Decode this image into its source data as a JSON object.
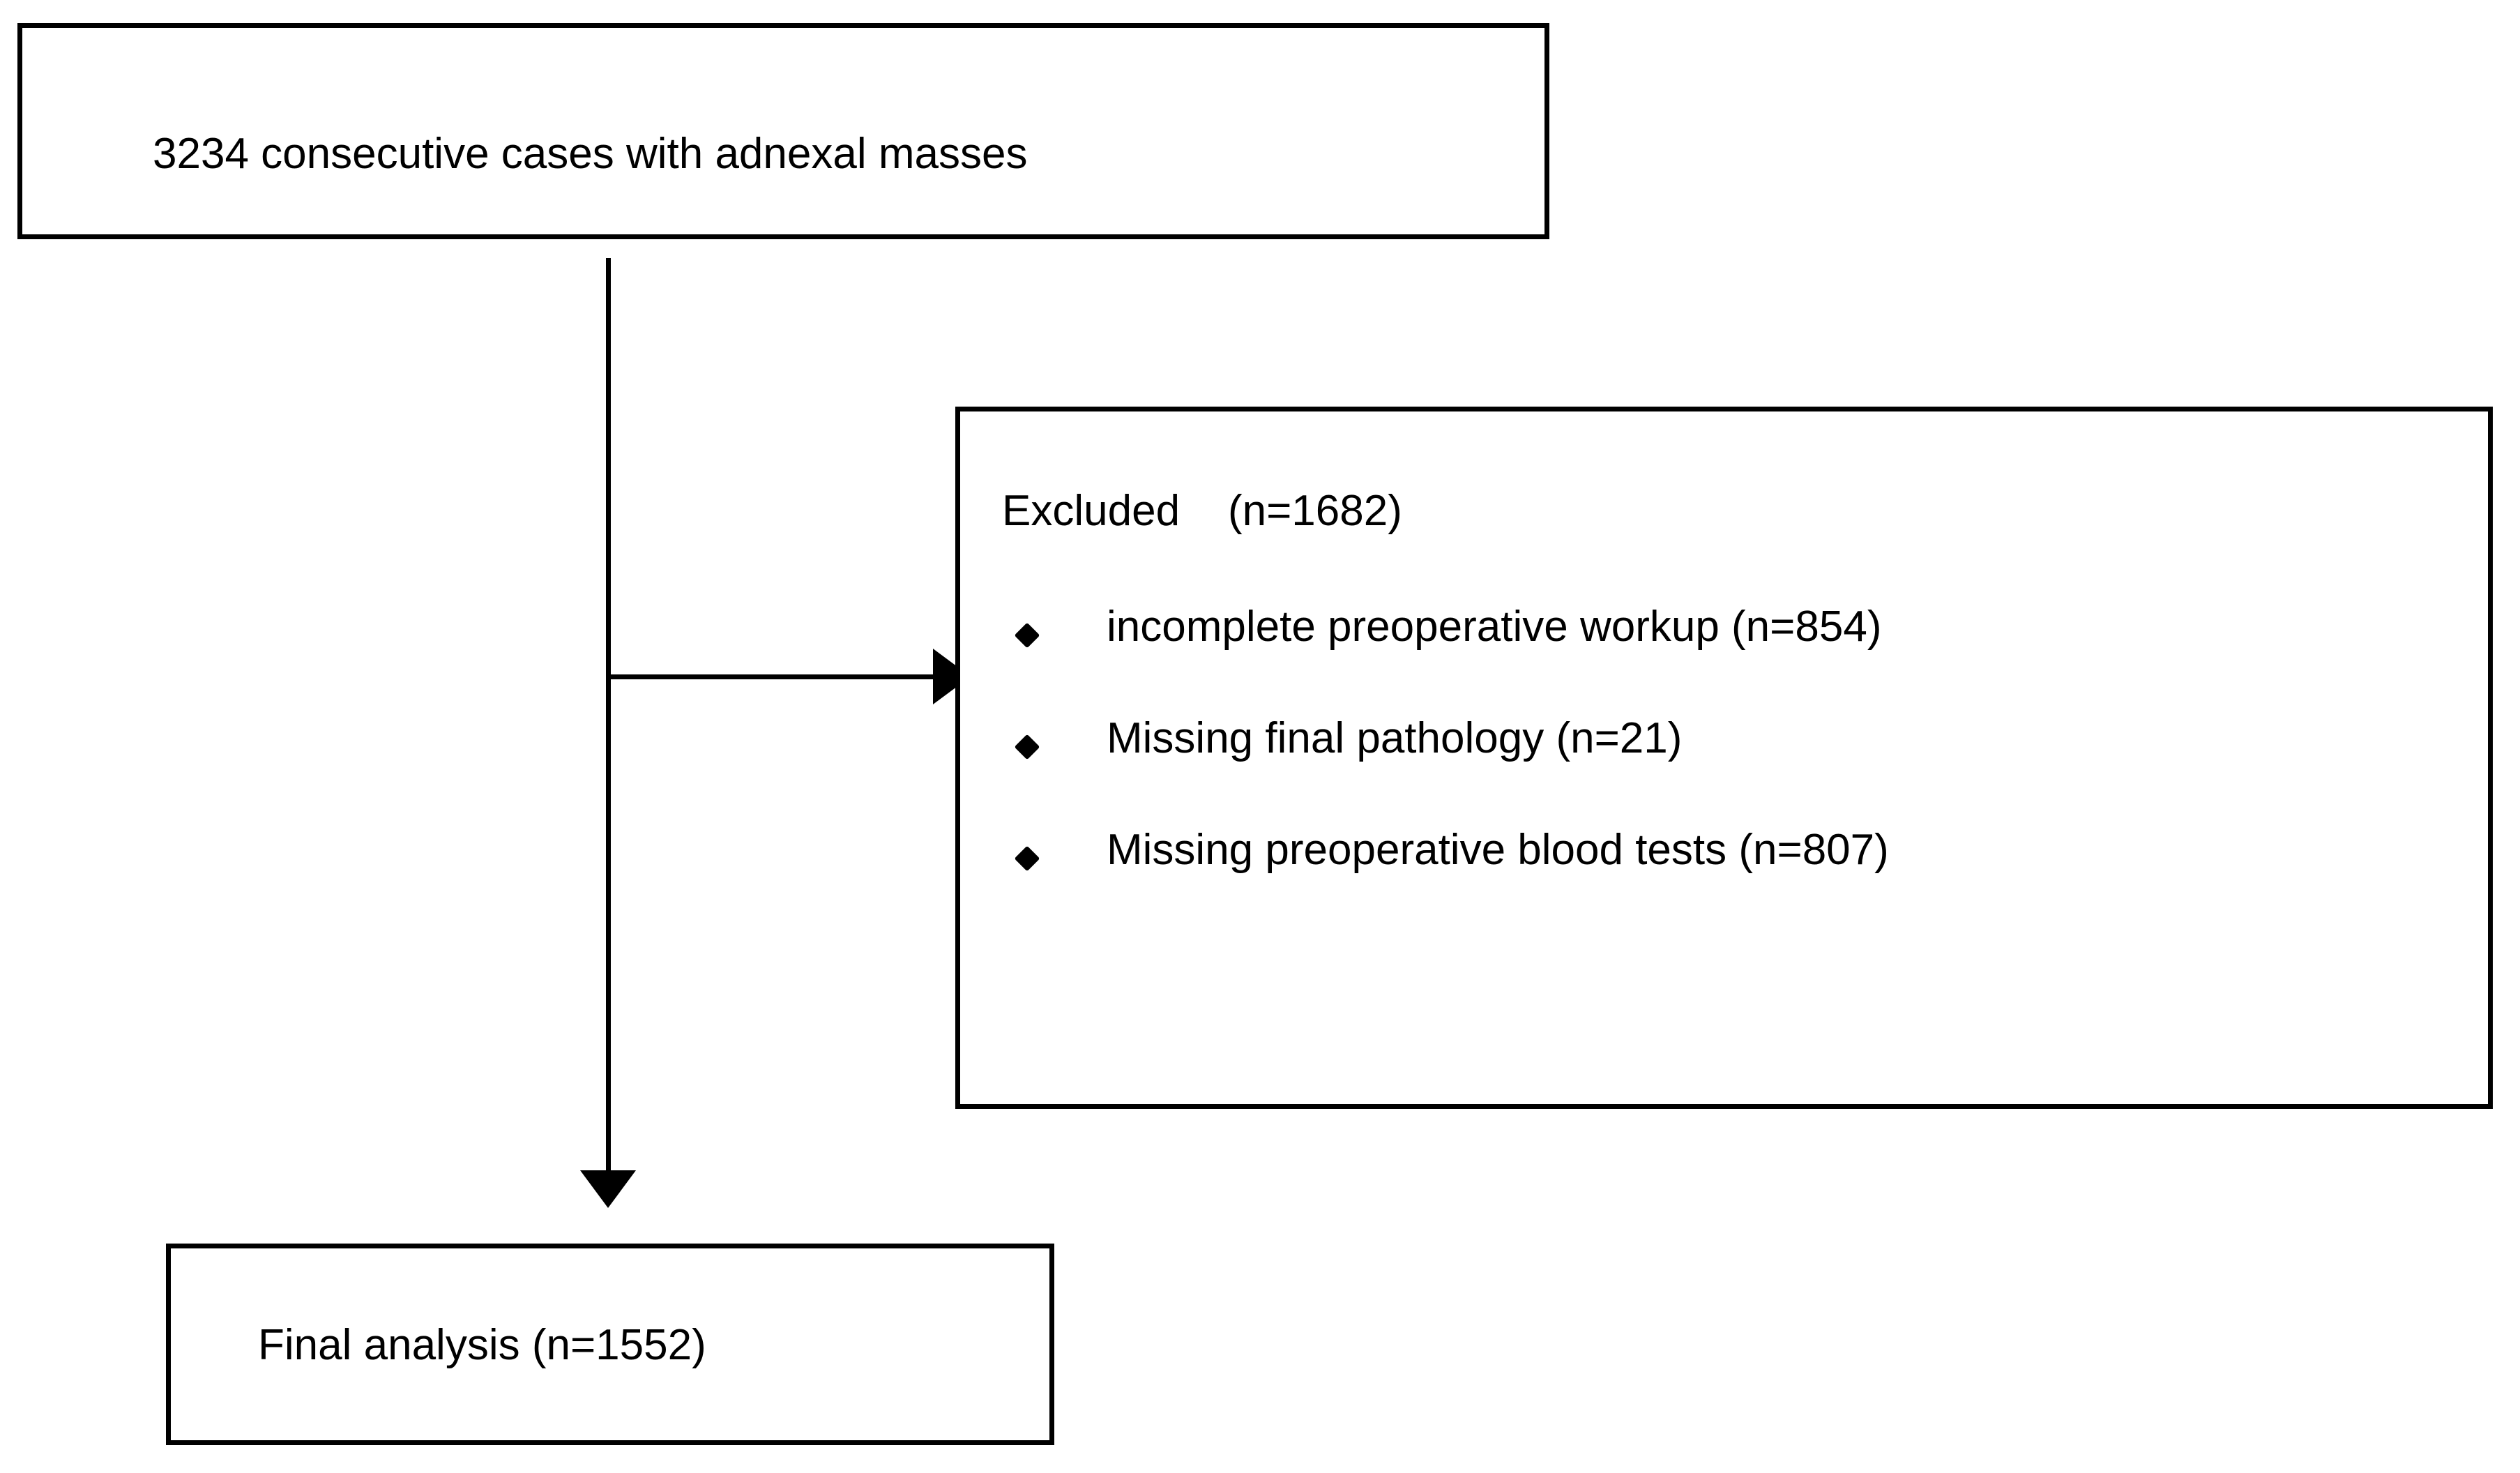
{
  "diagram": {
    "type": "study-flow-chart",
    "nodes": {
      "source": {
        "label": "3234 consecutive cases with adnexal masses",
        "count": 3234
      },
      "excluded": {
        "heading": "Excluded    (n=1682)",
        "count": 1682,
        "reasons": [
          {
            "bullet": "diamond-bullet",
            "label": "incomplete preoperative workup (n=854)",
            "count": 854
          },
          {
            "bullet": "diamond-bullet",
            "label": "Missing final pathology (n=21)",
            "count": 21
          },
          {
            "bullet": "diamond-bullet",
            "label": "Missing preoperative blood tests (n=807)",
            "count": 807
          }
        ]
      },
      "final": {
        "label": "Final analysis (n=1552)",
        "count": 1552
      }
    },
    "connectors": {
      "trunk": "vertical-line",
      "branch": "horizontal-line",
      "arrow_to_excluded": "arrowhead-right-icon",
      "arrow_to_final": "arrowhead-down-icon"
    },
    "colors": {
      "stroke": "#000000",
      "fill": "#ffffff",
      "text": "#000000"
    }
  }
}
